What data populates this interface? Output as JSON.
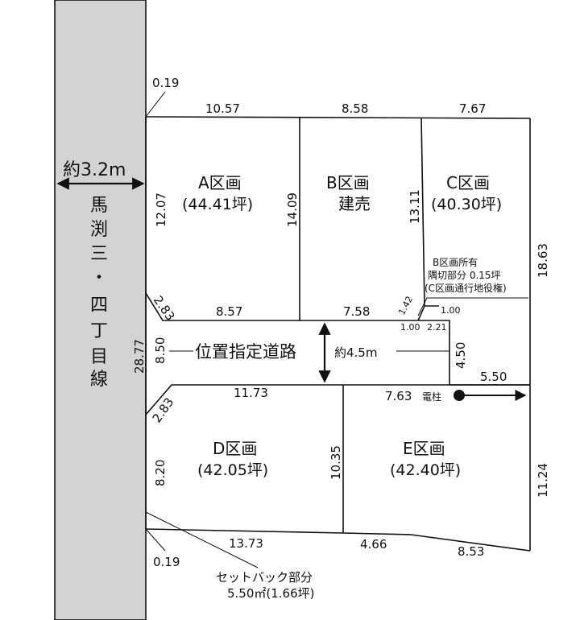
{
  "side_road": {
    "width_label": "約3.2m",
    "name_chars": [
      "馬",
      "渕",
      "三",
      "・",
      "四",
      "丁",
      "目",
      "線"
    ]
  },
  "lots": {
    "A": {
      "name": "A区画",
      "area": "(44.41坪)"
    },
    "B": {
      "name": "B区画",
      "note": "建売"
    },
    "C": {
      "name": "C区画",
      "area": "(40.30坪)"
    },
    "D": {
      "name": "D区画",
      "area": "(42.05坪)"
    },
    "E": {
      "name": "E区画",
      "area": "(42.40坪)"
    }
  },
  "corner_note": {
    "line1": "B区画所有",
    "line2": "隅切部分 0.15坪",
    "line3": "(C区画通行地役権)"
  },
  "road": {
    "label": "位置指定道路",
    "width": "約4.5m"
  },
  "pole": {
    "distance": "7.63",
    "label": "電柱",
    "offset": "5.50"
  },
  "setback": {
    "title": "セットバック部分",
    "area": "5.50㎡(1.66坪)"
  },
  "dims": {
    "corner_top": "0.19",
    "top_a": "10.57",
    "top_b": "8.58",
    "top_c": "7.67",
    "a_left": "12.07",
    "a_b": "14.09",
    "b_c": "13.11",
    "c_right": "18.63",
    "cut_a": "2.83",
    "a_bottom": "8.57",
    "b_bottom": "7.58",
    "cut_b": "1.42",
    "cut_c1": "1.00",
    "cut_c2": "1.00",
    "c_bottom": "2.21",
    "road_left": "8.50",
    "road_right": "4.50",
    "total_left": "28.77",
    "cut_d": "2.83",
    "d_top": "11.73",
    "d_left": "8.20",
    "d_e": "10.35",
    "e_right": "11.24",
    "bottom_d": "13.73",
    "bottom_e1": "4.66",
    "bottom_e2": "8.53",
    "corner_bottom": "0.19"
  }
}
